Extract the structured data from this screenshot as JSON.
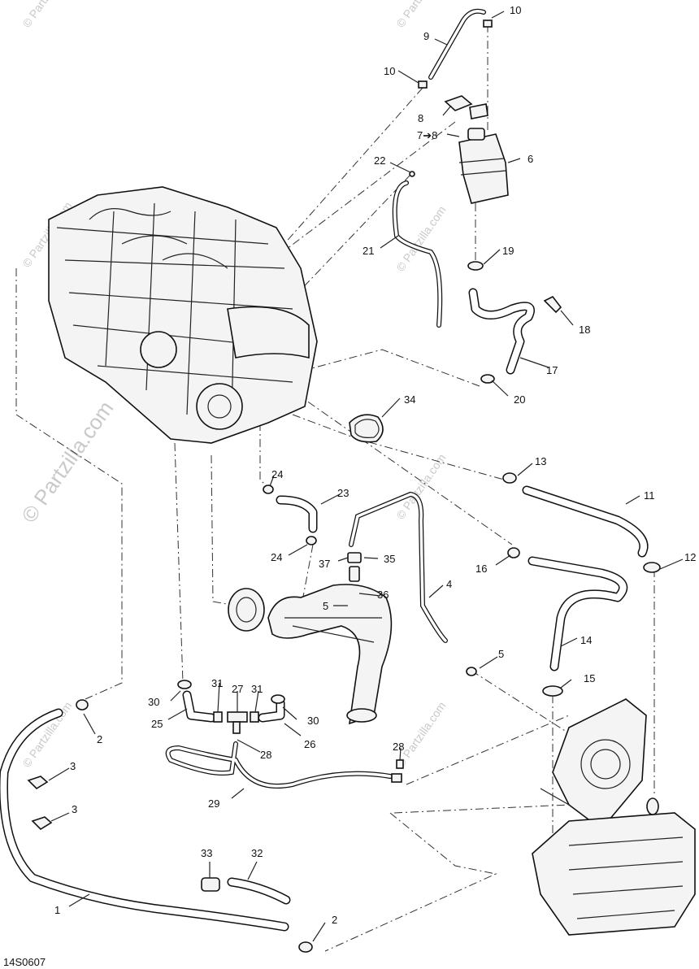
{
  "watermark": {
    "main": "© Partzilla.com",
    "small": "© Partzilla.com"
  },
  "figure_code": "14S0607",
  "callouts": {
    "c10a": "10",
    "c9": "9",
    "c10b": "10",
    "c8": "8",
    "c7to8": "7➔8",
    "c6": "6",
    "c22": "22",
    "c21": "21",
    "c19": "19",
    "c18": "18",
    "c17": "17",
    "c20": "20",
    "c34": "34",
    "c13": "13",
    "c11": "11",
    "c24a": "24",
    "c23": "23",
    "c24b": "24",
    "c37": "37",
    "c35": "35",
    "c16": "16",
    "c12": "12",
    "c4": "4",
    "c36": "36",
    "c5a": "5",
    "c14": "14",
    "c5b": "5",
    "c15": "15",
    "c31a": "31",
    "c27": "27",
    "c31b": "31",
    "c30a": "30",
    "c30b": "30",
    "c25": "25",
    "c26": "26",
    "c28a": "28",
    "c28b": "28",
    "c2a": "2",
    "c3a": "3",
    "c3b": "3",
    "c29": "29",
    "c33": "33",
    "c32": "32",
    "c1": "1",
    "c2b": "2"
  }
}
